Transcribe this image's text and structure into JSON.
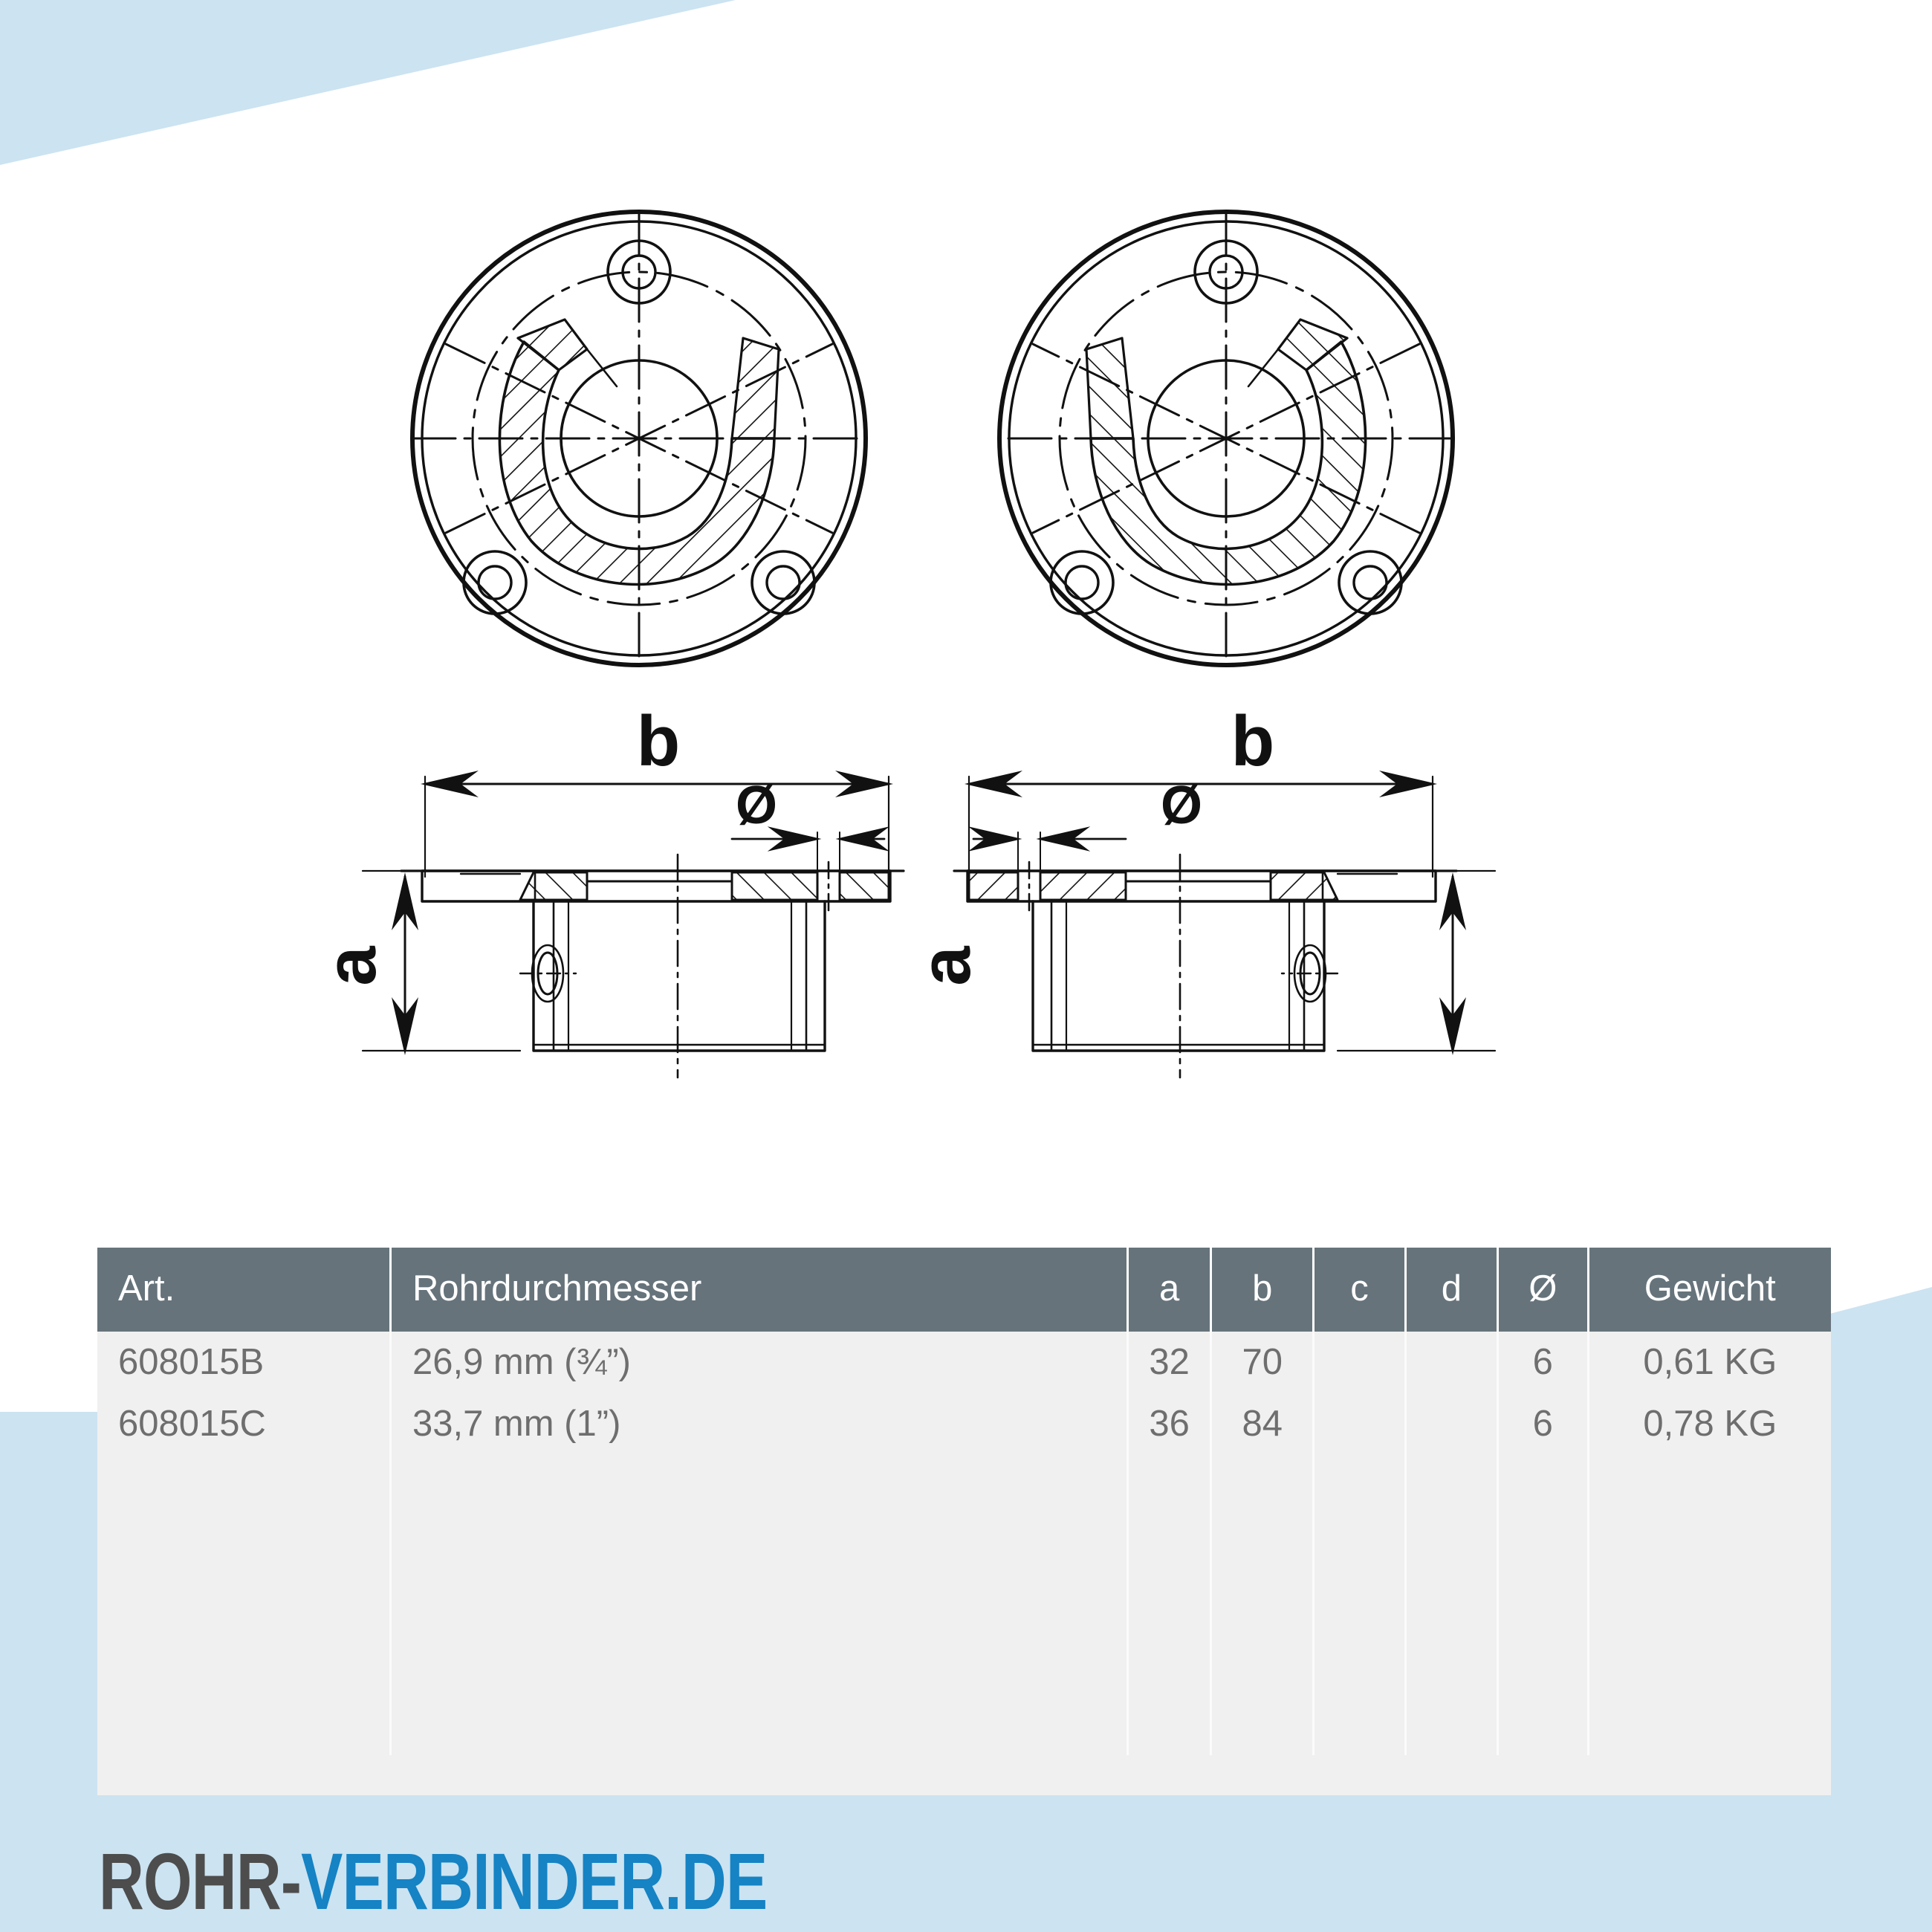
{
  "theme": {
    "accent_blue": "#1583c4",
    "pale_blue": "#cce3f1",
    "header_gray": "#66737b",
    "row_gray": "#f0f0f0",
    "text_gray": "#6e6e6e",
    "logo_dark": "#4d4d4d"
  },
  "drawing": {
    "labels": {
      "dim_b": "b",
      "dim_a": "a",
      "dim_diameter": "Ø"
    },
    "views": [
      {
        "name": "top-view-left",
        "label_b": "b",
        "label_a": "a",
        "label_dia": "Ø"
      },
      {
        "name": "top-view-right",
        "label_b": "b",
        "label_a": "a",
        "label_dia": "Ø"
      }
    ]
  },
  "table": {
    "headers": {
      "art": "Art.",
      "rohrdurchmesser": "Rohrdurchmesser",
      "a": "a",
      "b": "b",
      "c": "c",
      "d": "d",
      "dia": "Ø",
      "gewicht": "Gewicht"
    },
    "rows": [
      {
        "art": "608015B",
        "rohrdurchmesser": "26,9 mm (¾”)",
        "a": "32",
        "b": "70",
        "c": "",
        "d": "",
        "dia": "6",
        "gewicht": "0,61 KG"
      },
      {
        "art": "608015C",
        "rohrdurchmesser": "33,7 mm (1”)",
        "a": "36",
        "b": "84",
        "c": "",
        "d": "",
        "dia": "6",
        "gewicht": "0,78 KG"
      }
    ]
  },
  "logo": {
    "part1": "ROHR-",
    "part2": "VERBINDER.DE"
  }
}
